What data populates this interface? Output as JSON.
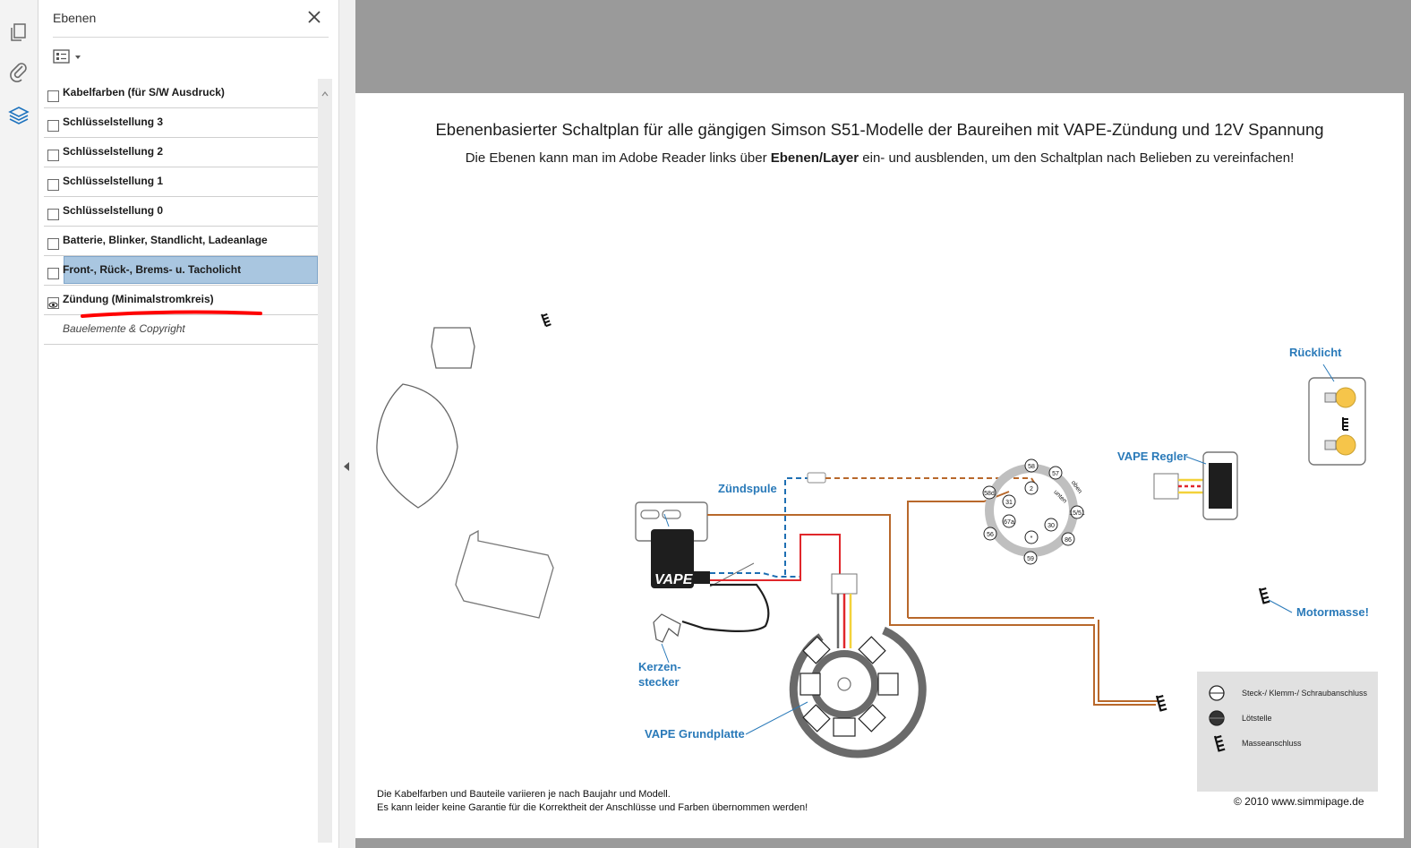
{
  "sidebar": {
    "icons": [
      "pages-icon",
      "attachment-icon",
      "layers-icon"
    ]
  },
  "layers_panel": {
    "title": "Ebenen",
    "layers": [
      {
        "label": "Kabelfarben (für S/W Ausdruck)",
        "visible": false,
        "selected": false
      },
      {
        "label": "Schlüsselstellung 3",
        "visible": false,
        "selected": false
      },
      {
        "label": "Schlüsselstellung 2",
        "visible": false,
        "selected": false
      },
      {
        "label": "Schlüsselstellung 1",
        "visible": false,
        "selected": false
      },
      {
        "label": "Schlüsselstellung 0",
        "visible": false,
        "selected": false
      },
      {
        "label": "Batterie, Blinker, Standlicht, Ladeanlage",
        "visible": false,
        "selected": false
      },
      {
        "label": "Front-, Rück-, Brems- u. Tacholicht",
        "visible": false,
        "selected": true
      },
      {
        "label": "Zündung (Minimalstromkreis)",
        "visible": true,
        "selected": false
      },
      {
        "label": "Bauelemente & Copyright",
        "visible": null,
        "selected": false
      }
    ]
  },
  "document": {
    "title": "Ebenenbasierter Schaltplan für alle gängigen Simson S51-Modelle der Baureihen mit VAPE-Zündung und 12V Spannung",
    "subtitle_pre": "Die Ebenen kann man im Adobe Reader links über ",
    "subtitle_bold": "Ebenen/Layer",
    "subtitle_post": " ein- und ausblenden, um den Schaltplan nach Belieben zu vereinfachen!",
    "labels": {
      "ruecklicht": "Rücklicht",
      "vape_regler": "VAPE Regler",
      "zuendspule": "Zündspule",
      "kerzenstecker_1": "Kerzen-",
      "kerzenstecker_2": "stecker",
      "vape_grundplatte": "VAPE Grundplatte",
      "motormasse": "Motormasse!"
    },
    "switch_terminals": [
      "58",
      "57",
      "2",
      "58d",
      "31",
      "15/51",
      "67a",
      "30",
      "56",
      "86",
      "59"
    ],
    "switch_text": [
      "oben",
      "unten"
    ],
    "legend": [
      {
        "icon": "screw-terminal-icon",
        "label": "Steck-/ Klemm-/ Schraubanschluss"
      },
      {
        "icon": "solder-point-icon",
        "label": "Lötstelle"
      },
      {
        "icon": "ground-icon",
        "label": "Masseanschluss"
      }
    ],
    "footnote_1": "Die Kabelfarben und Bauteile variieren je nach Baujahr und Modell.",
    "footnote_2": "Es kann leider keine Garantie für die Korrektheit der Anschlüsse und Farben übernommen werden!",
    "copyright": "© 2010 www.simmipage.de",
    "colors": {
      "label_blue": "#2a7ab9",
      "wire_brown": "#b8682b",
      "wire_red": "#e0272b",
      "wire_yellow": "#f3d23a",
      "wire_blue": "#1e6fb3",
      "highlight": "#a9c6e0",
      "annotation_red": "#ff0000"
    }
  }
}
